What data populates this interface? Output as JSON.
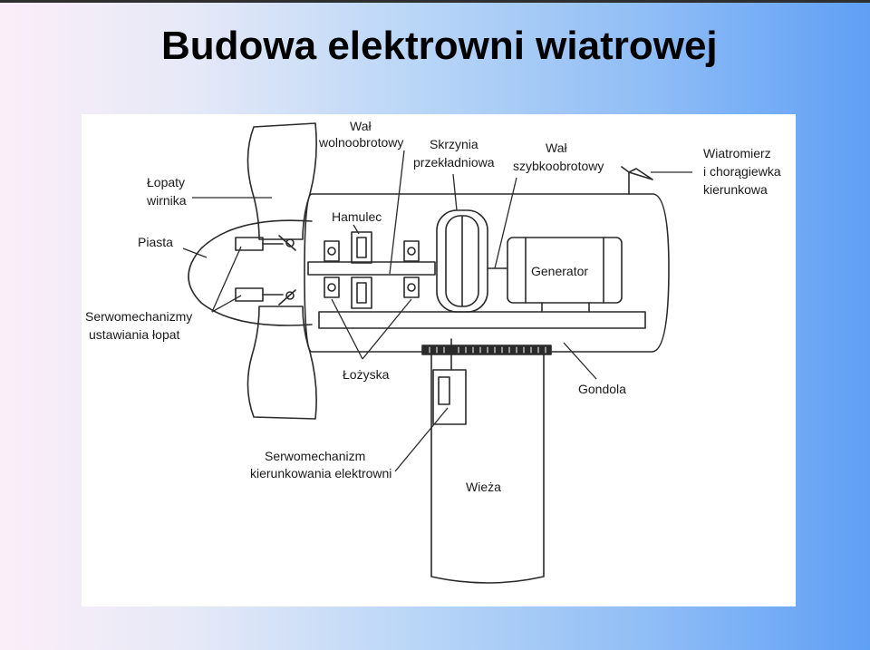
{
  "slide": {
    "title": "Budowa elektrowni wiatrowej"
  },
  "diagram": {
    "labels": {
      "low_speed_shaft": [
        "Wał",
        "wolnoobrotowy"
      ],
      "gearbox": [
        "Skrzynia",
        "przekładniowa"
      ],
      "high_speed_shaft": [
        "Wał",
        "szybkoobrotowy"
      ],
      "anemometer": [
        "Wiatromierz",
        "i chorągiewka",
        "kierunkowa"
      ],
      "rotor_blades": [
        "Łopaty",
        "wirnika"
      ],
      "hub": [
        "Piasta"
      ],
      "brake": [
        "Hamulec"
      ],
      "generator": [
        "Generator"
      ],
      "pitch_servos": [
        "Serwomechanizmy",
        "ustawiania łopat"
      ],
      "bearings": [
        "Łożyska"
      ],
      "nacelle": [
        "Gondola"
      ],
      "yaw_servo": [
        "Serwomechanizm",
        "kierunkowania elektrowni"
      ],
      "tower": [
        "Wieża"
      ]
    },
    "colors": {
      "line": "#2a2a2a",
      "panel": "#ffffff"
    }
  }
}
